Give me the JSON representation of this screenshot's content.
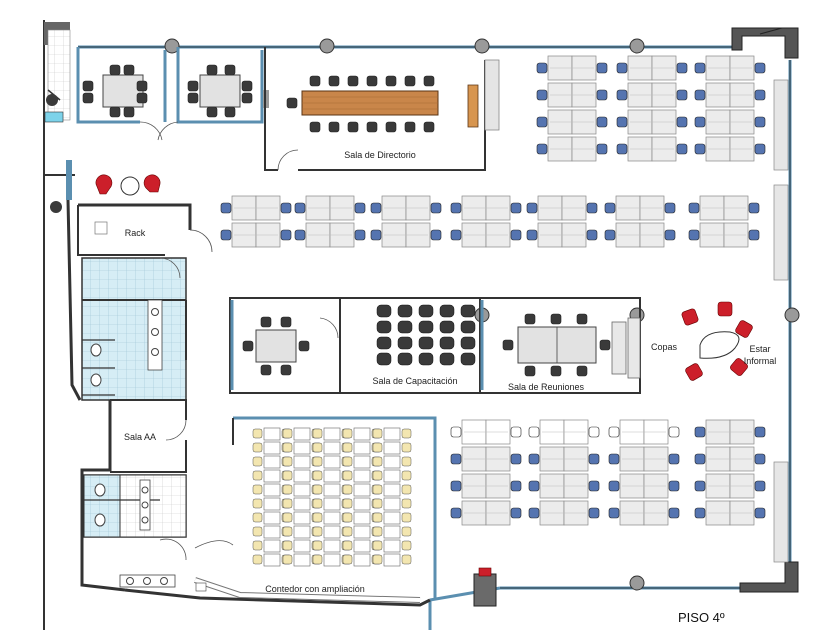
{
  "labels": {
    "sala_directorio": "Sala de Directorio",
    "rack": "Rack",
    "sala_capacitacion": "Sala de Capacitación",
    "sala_reuniones": "Sala de Reuniones",
    "copas": "Copas",
    "estar_line1": "Estar",
    "estar_line2": "Informal",
    "sala_aa": "Sala AA",
    "comedor": "Contedor con ampliación",
    "piso": "PISO 4º"
  },
  "colors": {
    "wall": "#444444",
    "glass": "#5b8fb0",
    "tile": "#d6edf5",
    "desk": "#ececec",
    "chair_blue": "#5574b0",
    "chair_red": "#cc1f2a",
    "chair_dark": "#3a3a3a",
    "table_wood": "#c9864a",
    "cafeteria_seat": "#f3e6b0"
  }
}
